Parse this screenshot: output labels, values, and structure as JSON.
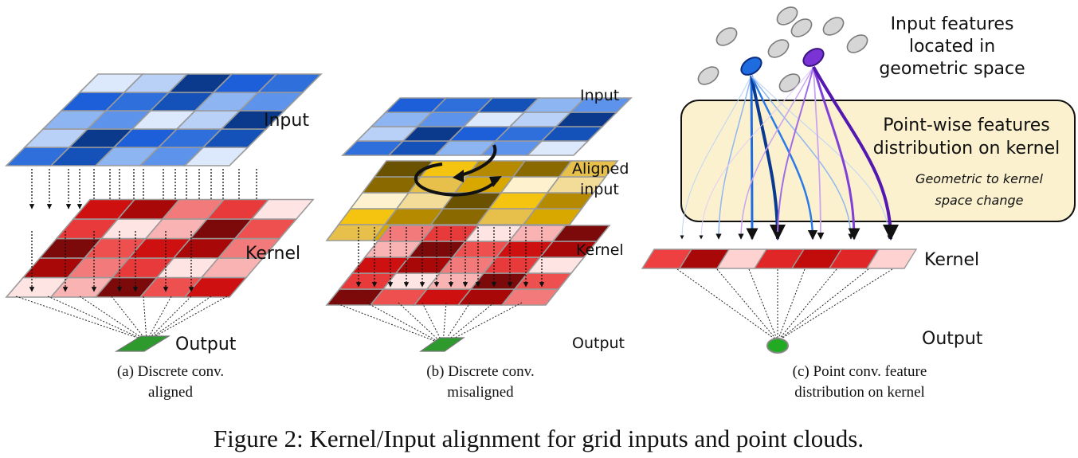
{
  "panel_a": {
    "label_input": "Input",
    "label_kernel": "Kernel",
    "label_output": "Output",
    "caption_line1": "(a) Discrete conv.",
    "caption_line2": "aligned"
  },
  "panel_b": {
    "label_input": "Input",
    "label_aligned_line1": "Aligned",
    "label_aligned_line2": "input",
    "label_kernel": "Kernel",
    "label_output": "Output",
    "caption_line1": "(b) Discrete conv.",
    "caption_line2": "misaligned"
  },
  "panel_c": {
    "label_input_line1": "Input features",
    "label_input_line2": "located in",
    "label_input_line3": "geometric space",
    "box_title_line1": "Point-wise features",
    "box_title_line2": "distribution on kernel",
    "box_note_line1": "Geometric to kernel",
    "box_note_line2": "space change",
    "label_kernel": "Kernel",
    "label_output": "Output",
    "caption_line1": "(c) Point conv. feature",
    "caption_line2": "distribution on kernel"
  },
  "figure_caption": "Figure 2: Kernel/Input alignment for grid inputs and point clouds.",
  "colors": {
    "input_blue": "#3b7fe8",
    "kernel_red": "#d9201c",
    "aligned_gold": "#d8a800",
    "output_green": "#2e9a2e",
    "box_fill": "#fbf1cf",
    "point_gray": "#d5d5d5",
    "point_blue": "#1f6be0",
    "point_purple": "#7a34d6"
  }
}
